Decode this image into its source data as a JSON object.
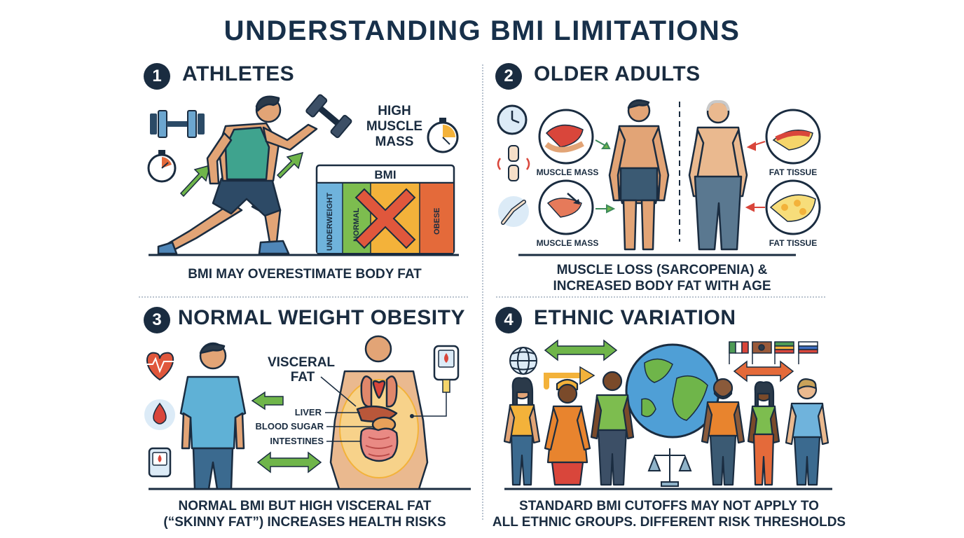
{
  "title": "UNDERSTANDING BMI LIMITATIONS",
  "panels": [
    {
      "number": "1",
      "heading": "ATHLETES",
      "label_high": "HIGH",
      "label_muscle": "MUSCLE",
      "label_mass": "MASS",
      "bmi_header": "BMI",
      "bmi_categories": [
        "UNDERWEIGHT",
        "NORMAL",
        "",
        "OBESE"
      ],
      "caption": [
        "BMI MAY OVERESTIMATE BODY FAT"
      ]
    },
    {
      "number": "2",
      "heading": "OLDER ADULTS",
      "label_muscle_1": "MUSCLE MASS",
      "label_muscle_2": "MUSCLE MASS",
      "label_fat_1": "FAT TISSUE",
      "label_fat_2": "FAT TISSUE",
      "caption": [
        "MUSCLE LOSS (SARCOPENIA) &",
        "INCREASED BODY FAT WITH AGE"
      ]
    },
    {
      "number": "3",
      "heading": "NORMAL WEIGHT OBESITY",
      "label_visceral_1": "VISCERAL",
      "label_visceral_2": "FAT",
      "label_liver": "LIVER",
      "label_blood_sugar": "BLOOD SUGAR",
      "label_intestines": "INTESTINES",
      "caption": [
        "NORMAL BMI BUT HIGH VISCERAL FAT",
        "(“SKINNY FAT”) INCREASES HEALTH RISKS"
      ]
    },
    {
      "number": "4",
      "heading": "ETHNIC VARIATION",
      "caption": [
        "STANDARD BMI CUTOFFS MAY NOT APPLY TO",
        "ALL ETHNIC GROUPS. DIFFERENT RISK THRESHOLDS"
      ]
    }
  ],
  "colors": {
    "navy": "#1a2c40",
    "green_arrow": "#6fb54a",
    "red_arrow": "#d9463b",
    "underweight": "#6fb3dc",
    "normal": "#7dbd4f",
    "overweight": "#f3b23a",
    "obese": "#e46a3a"
  },
  "icons": [
    "dumbbell-icon",
    "stopwatch-icon",
    "clock-icon",
    "knee-joint-icon",
    "heart-rate-icon",
    "blood-drop-icon",
    "glucose-meter-icon",
    "globe-icon",
    "balance-scale-icon",
    "flag-icon"
  ]
}
